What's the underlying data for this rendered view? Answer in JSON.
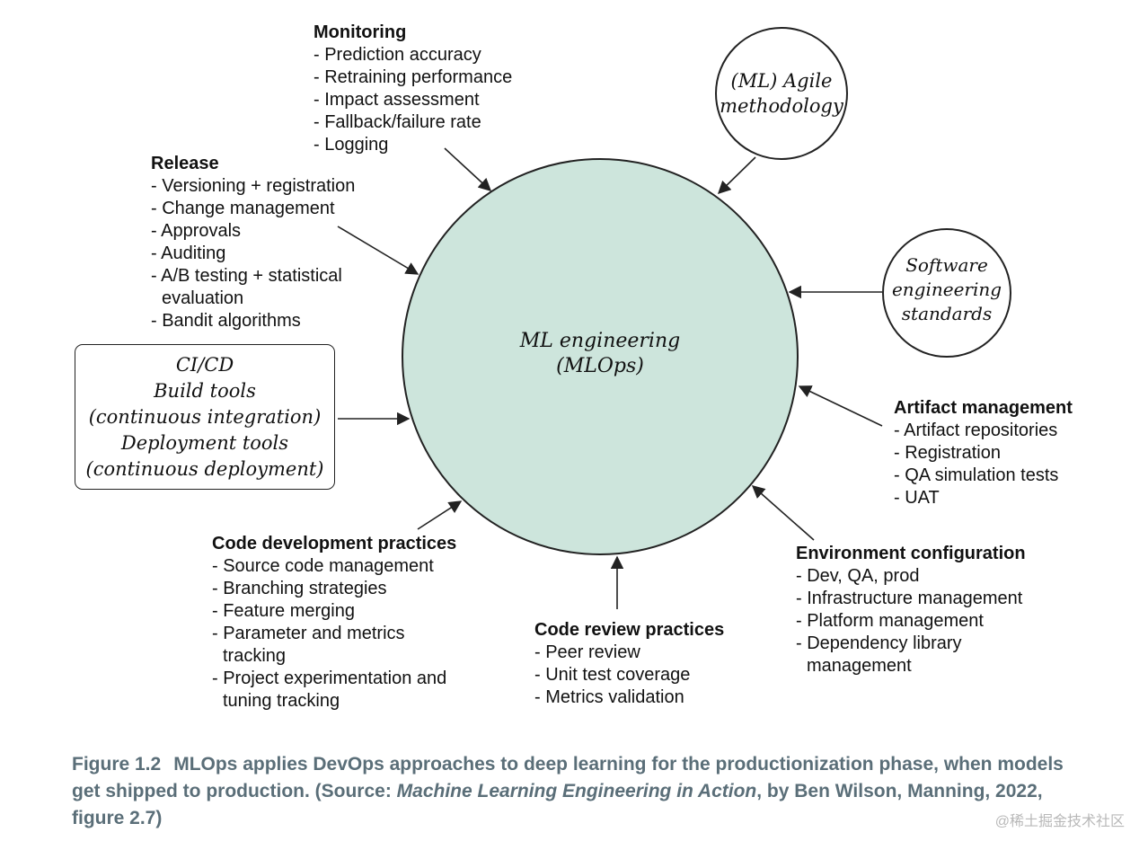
{
  "center": {
    "line1": "ML engineering",
    "line2": "(MLOps)"
  },
  "agile": {
    "line1": "(ML) Agile",
    "line2": "methodology"
  },
  "software": {
    "line1": "Software",
    "line2": "engineering",
    "line3": "standards"
  },
  "cicd": {
    "line1": "CI/CD",
    "line2": "Build tools",
    "line3": "(continuous integration)",
    "line4": "Deployment tools",
    "line5": "(continuous deployment)"
  },
  "monitoring": {
    "heading": "Monitoring",
    "items": [
      "- Prediction accuracy",
      "- Retraining performance",
      "- Impact assessment",
      "- Fallback/failure rate",
      "- Logging"
    ]
  },
  "release": {
    "heading": "Release",
    "items": [
      "- Versioning + registration",
      "- Change management",
      "- Approvals",
      "- Auditing",
      "- A/B testing + statistical",
      "  evaluation",
      "- Bandit algorithms"
    ]
  },
  "artifact": {
    "heading": "Artifact management",
    "items": [
      "- Artifact repositories",
      "- Registration",
      "- QA simulation tests",
      "- UAT"
    ]
  },
  "environment": {
    "heading": "Environment configuration",
    "items": [
      "- Dev, QA, prod",
      "- Infrastructure management",
      "- Platform management",
      "- Dependency library",
      "  management"
    ]
  },
  "code_review": {
    "heading": "Code review practices",
    "items": [
      "- Peer review",
      "- Unit test coverage",
      "- Metrics validation"
    ]
  },
  "code_dev": {
    "heading": "Code development practices",
    "items": [
      "- Source code management",
      "- Branching strategies",
      "- Feature merging",
      "- Parameter and metrics",
      "  tracking",
      "- Project experimentation and",
      "  tuning tracking"
    ]
  },
  "caption": {
    "label": "Figure 1.2",
    "text_before": "MLOps applies DevOps approaches to deep learning for the productionization phase, when models get shipped to production. (Source: ",
    "book": "Machine Learning Engineering in Action",
    "text_after": ", by Ben Wilson, Manning, 2022, figure 2.7)"
  },
  "watermark": "@稀土掘金技术社区",
  "colors": {
    "circle_fill": "#cde5dc",
    "caption": "#5a6e78",
    "stroke": "#222222"
  }
}
